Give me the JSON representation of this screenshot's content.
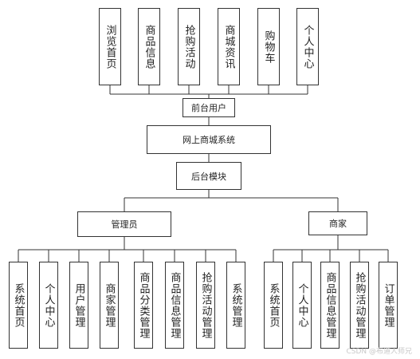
{
  "diagram": {
    "root": "网上商城系统",
    "front": {
      "label": "前台用户",
      "modules": [
        "浏览首页",
        "商品信息",
        "抢购活动",
        "商城资讯",
        "购物车",
        "个人中心"
      ]
    },
    "back": {
      "label": "后台模块",
      "admin": {
        "label": "管理员",
        "modules": [
          "系统首页",
          "个人中心",
          "用户管理",
          "商家管理",
          "商品分类管理",
          "商品信息管理",
          "抢购活动管理",
          "系统管理"
        ]
      },
      "merchant": {
        "label": "商家",
        "modules": [
          "系统首页",
          "个人中心",
          "商品信息管理",
          "抢购活动管理",
          "订单管理"
        ]
      }
    }
  },
  "watermark": "CSDN @布道人师兄"
}
